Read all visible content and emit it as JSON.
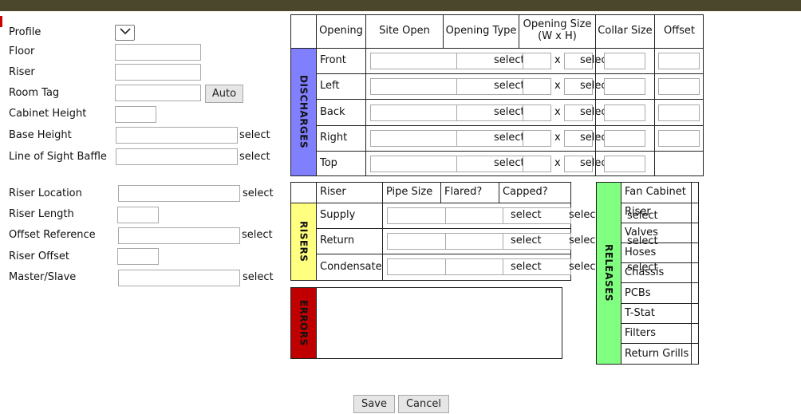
{
  "form": {
    "profile_label": "Profile",
    "floor_label": "Floor",
    "riser_label": "Riser",
    "room_tag_label": "Room Tag",
    "auto_button": "Auto",
    "cabinet_height_label": "Cabinet Height",
    "base_height_label": "Base Height",
    "line_of_sight_label": "Line of Sight Baffle",
    "riser_location_label": "Riser Location",
    "riser_length_label": "Riser Length",
    "offset_reference_label": "Offset Reference",
    "riser_offset_label": "Riser Offset",
    "master_slave_label": "Master/Slave",
    "select_text": "select"
  },
  "discharges": {
    "side_label": "DISCHARGES",
    "headers": {
      "opening": "Opening",
      "site_open": "Site Open",
      "opening_type": "Opening Type",
      "opening_size_line1": "Opening Size",
      "opening_size_line2": "(W x H)",
      "collar_size": "Collar Size",
      "offset": "Offset"
    },
    "rows": [
      "Front",
      "Left",
      "Back",
      "Right",
      "Top"
    ],
    "x_text": "x",
    "select_text": "select"
  },
  "risers": {
    "side_label": "RISERS",
    "headers": {
      "riser": "Riser",
      "pipe_size": "Pipe Size",
      "flared": "Flared?",
      "capped": "Capped?"
    },
    "rows": [
      "Supply",
      "Return",
      "Condensate"
    ],
    "select_text": "select"
  },
  "releases": {
    "side_label": "RELEASES",
    "items": [
      "Fan Cabinet",
      "Riser",
      "Valves",
      "Hoses",
      "Chassis",
      "PCBs",
      "T-Stat",
      "Filters",
      "Return Grills"
    ],
    "select_text": "select"
  },
  "errors": {
    "side_label": "ERRORS"
  },
  "footer": {
    "save": "Save",
    "cancel": "Cancel"
  },
  "colors": {
    "discharges": "#8080ff",
    "risers": "#ffff80",
    "errors": "#c00000",
    "releases": "#80ff80"
  }
}
